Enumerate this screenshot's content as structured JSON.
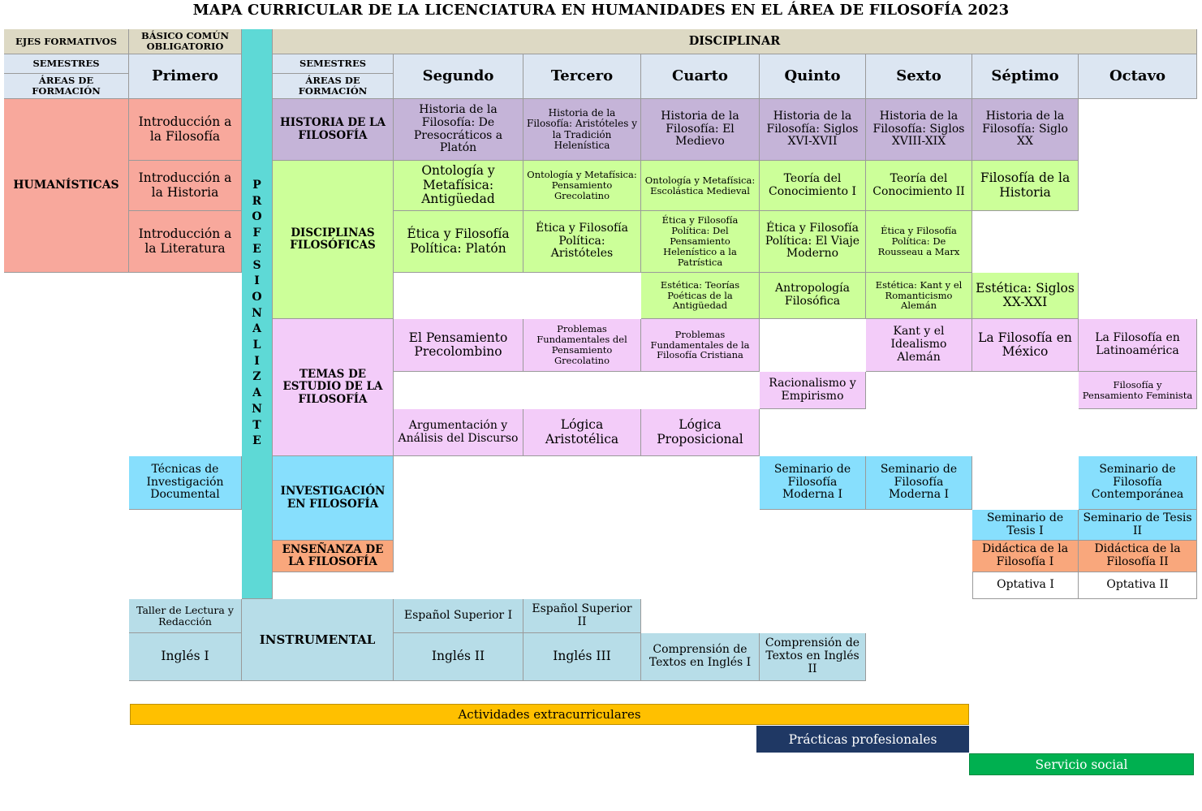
{
  "title": "MAPA CURRICULAR DE LA LICENCIATURA EN HUMANIDADES EN EL ÁREA DE FILOSOFÍA 2023",
  "header": {
    "ejes_formativos": "EJES FORMATIVOS",
    "basico_comun": "BÁSICO COMÚN OBLIGATORIO",
    "disciplinar": "DISCIPLINAR",
    "semestres": "SEMESTRES",
    "areas_formacion": "ÁREAS DE FORMACIÓN",
    "semestres_2": "SEMESTRES",
    "areas_formacion_2": "ÁREAS DE FORMACIÓN",
    "semesters": [
      "Primero",
      "Segundo",
      "Tercero",
      "Cuarto",
      "Quinto",
      "Sexto",
      "Séptimo",
      "Octavo"
    ]
  },
  "profesionalizante": "PROFESIONALIZANTE",
  "areas": {
    "humanisticas": "HUMANÍSTICAS",
    "historia": "HISTORIA DE LA FILOSOFÍA",
    "disciplinas": "DISCIPLINAS FILOSÓFICAS",
    "temas": "TEMAS DE ESTUDIO DE LA FILOSOFÍA",
    "investigacion": "INVESTIGACIÓN EN FILOSOFÍA",
    "ensenanza": "ENSEÑANZA DE LA FILOSOFÍA",
    "instrumental": "INSTRUMENTAL"
  },
  "primero": {
    "intro_filosofia": "Introducción a la Filosofía",
    "intro_historia": "Introducción a la Historia",
    "intro_literatura": "Introducción a la Literatura",
    "tecnicas": "Técnicas de Investigación Documental",
    "taller": "Taller de Lectura y Redacción",
    "ingles_1": "Inglés I"
  },
  "historia": [
    "Historia de la Filosofía: De Presocráticos a Platón",
    "Historia de la Filosofía: Aristóteles y la Tradición Helenística",
    "Historia de la Filosofía: El Medievo",
    "Historia de la Filosofía: Siglos XVI-XVII",
    "Historia de la Filosofía: Siglos XVIII-XIX",
    "Historia de la Filosofía: Siglo XX"
  ],
  "disciplinas_row1": [
    "Ontología y Metafísica: Antigüedad",
    "Ontología y Metafísica: Pensamiento Grecolatino",
    "Ontología y Metafísica: Escolástica Medieval",
    "Teoría del Conocimiento I",
    "Teoría del Conocimiento II",
    "Filosofía de la Historia"
  ],
  "disciplinas_row2": [
    "Ética y Filosofía Política: Platón",
    "Ética y Filosofía Política: Aristóteles",
    "Ética y Filosofía Política: Del Pensamiento Helenístico a la Patrística",
    "Ética y Filosofía Política: El Viaje Moderno",
    "Ética y Filosofía Política: De Rousseau a Marx"
  ],
  "disciplinas_row3": [
    "Estética: Teorías Poéticas de la Antigüedad",
    "Antropología Filosófica",
    "Estética: Kant y el Romanticismo Alemán",
    "Estética: Siglos XX-XXI"
  ],
  "temas_row1": [
    "El Pensamiento Precolombino",
    "Problemas Fundamentales del Pensamiento Grecolatino",
    "Problemas Fundamentales de la Filosofía Cristiana",
    "Kant y el Idealismo Alemán",
    "La Filosofía en México",
    "La Filosofía en Latinoamérica"
  ],
  "temas_row2": [
    "Racionalismo y Empirismo",
    "Filosofía y Pensamiento Feminista"
  ],
  "temas_row3": [
    "Argumentación y Análisis del Discurso",
    "Lógica Aristotélica",
    "Lógica Proposicional"
  ],
  "investigacion": [
    "Seminario de Filosofía Moderna I",
    "Seminario de Filosofía Moderna I",
    "Seminario de Filosofía Contemporánea",
    "Seminario de Tesis I",
    "Seminario de Tesis II"
  ],
  "ensenanza": [
    "Didáctica de la Filosofía I",
    "Didáctica de la Filosofía II"
  ],
  "optativas": [
    "Optativa I",
    "Optativa II"
  ],
  "instrumental": {
    "espanol_1": "Español Superior I",
    "espanol_2": "Español Superior II",
    "ingles_2": "Inglés II",
    "ingles_3": "Inglés III",
    "comp_1": "Comprensión de Textos en Inglés I",
    "comp_2": "Comprensión de Textos en Inglés II"
  },
  "bars": {
    "extracurriculares": "Actividades extracurriculares",
    "practicas": "Prácticas profesionales",
    "servicio": "Servicio social"
  },
  "colors": {
    "humanisticas": "#f8a89c",
    "historia": "#c5b4d8",
    "disciplinas": "#ccff99",
    "temas": "#f3ccf9",
    "investigacion": "#87dffd",
    "ensenanza": "#f9a77c",
    "instrumental": "#b7dde8",
    "profesionalizante": "#5ed9d6",
    "extracurriculares": "#ffc000",
    "practicas": "#1f3864",
    "servicio": "#00b050"
  }
}
